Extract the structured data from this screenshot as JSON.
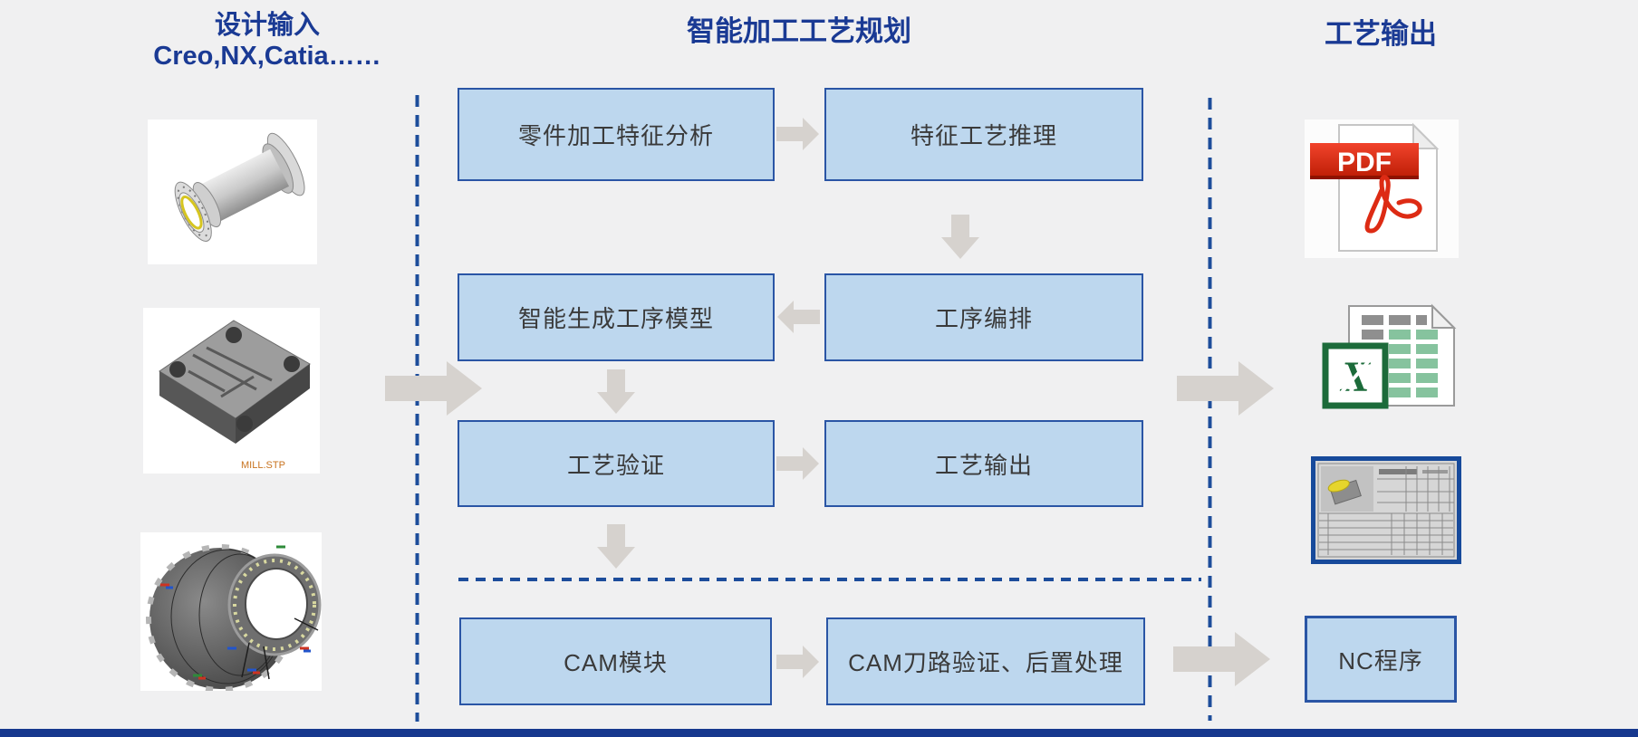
{
  "headers": {
    "left_title": "设计输入",
    "left_subtitle": "Creo,NX,Catia……",
    "center_title": "智能加工工艺规划",
    "right_title": "工艺输出"
  },
  "flow_boxes": [
    {
      "label": "零件加工特征分析"
    },
    {
      "label": "特征工艺推理"
    },
    {
      "label": "智能生成工序模型"
    },
    {
      "label": "工序编排"
    },
    {
      "label": "工艺验证"
    },
    {
      "label": "工艺输出"
    },
    {
      "label": "CAM模块"
    },
    {
      "label": "CAM刀路验证、后置处理"
    }
  ],
  "inputs": {
    "images": [
      {
        "name": "shaft-flange-cad-model"
      },
      {
        "name": "mold-plate-cad-model",
        "caption": "MILL.STP"
      },
      {
        "name": "turbine-casing-cad-model"
      }
    ]
  },
  "outputs": {
    "pdf_badge": "PDF",
    "excel_logo": "X",
    "nc_label": "NC程序"
  },
  "icons": {
    "pdf_file_icon": "pdf-document-with-acrobat-mark",
    "excel_file_icon": "excel-spreadsheet-document",
    "process_card_icon": "process-card-drawing-thumbnail"
  },
  "colors": {
    "background": "#f0f0f1",
    "header_text": "#1a3a94",
    "box_fill": "#bdd7ee",
    "box_border": "#2a55a5",
    "box_text": "#3a3a3a",
    "arrow_gray": "#d6d2ce",
    "dashed_blue": "#1d4d9b",
    "bottom_bar": "#16388e",
    "pdf_red": "#e0301e",
    "excel_green": "#1c6b3a",
    "highlight_yellow": "#e6d52c"
  }
}
